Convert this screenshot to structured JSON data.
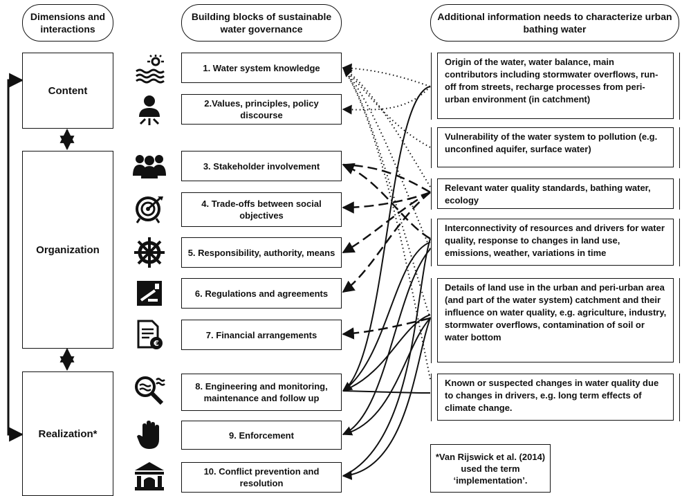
{
  "headers": {
    "dimensions": "Dimensions and interactions",
    "building_blocks": "Building blocks of sustainable water governance",
    "info_needs": "Additional information needs to characterize urban bathing water"
  },
  "dimensions": [
    "Content",
    "Organization",
    "Realization*"
  ],
  "building_blocks": [
    {
      "label": "1. Water system knowledge",
      "icon": "water-sun-icon"
    },
    {
      "label": "2.Values, principles, policy discourse",
      "icon": "person-arrows-icon"
    },
    {
      "label": "3. Stakeholder involvement",
      "icon": "group-people-icon"
    },
    {
      "label": "4. Trade-offs between social objectives",
      "icon": "target-icon"
    },
    {
      "label": "5. Responsibility, authority, means",
      "icon": "ship-wheel-icon"
    },
    {
      "label": "6. Regulations and agreements",
      "icon": "gavel-document-icon"
    },
    {
      "label": "7. Financial arrangements",
      "icon": "euro-document-icon"
    },
    {
      "label": "8. Engineering and monitoring, maintenance and follow up",
      "icon": "magnifier-water-icon"
    },
    {
      "label": "9. Enforcement",
      "icon": "hand-stop-icon"
    },
    {
      "label": "10. Conflict prevention and resolution",
      "icon": "courthouse-icon"
    }
  ],
  "info_needs": [
    "Origin of the water, water balance, main contributors including stormwater overflows, run-off from streets, recharge processes from peri-urban environment (in catchment)",
    "Vulnerability of the water system to pollution (e.g. unconfined aquifer, surface water)",
    "Relevant water quality standards, bathing water, ecology",
    "Interconnectivity of resources and drivers for water quality, response to changes in land use, emissions, weather,  variations in time",
    "Details of land use in the urban and peri-urban area (and part of the water system) catchment and their influence on water quality, e.g. agriculture, industry, stormwater overflows, contamination of soil or water bottom",
    "Known or suspected changes in water quality due to changes in drivers, e.g. long term effects of climate change."
  ],
  "footnote": "*Van Rijswick et al. (2014) used the term ‘implementation’."
}
